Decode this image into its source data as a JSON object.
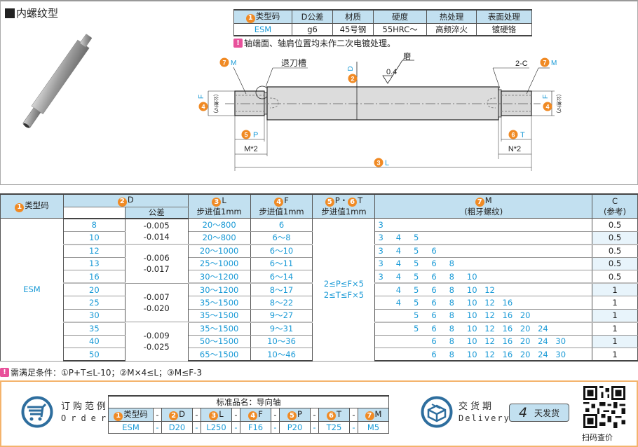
{
  "title": "内螺纹型",
  "spec_table": {
    "headers": [
      {
        "num": "1",
        "label": "类型码"
      },
      {
        "num": "",
        "label": "D公差"
      },
      {
        "num": "",
        "label": "材质"
      },
      {
        "num": "",
        "label": "硬度"
      },
      {
        "num": "",
        "label": "热处理"
      },
      {
        "num": "",
        "label": "表面处理"
      }
    ],
    "row": [
      "ESM",
      "g6",
      "45号钢",
      "55HRC～",
      "高频淬火",
      "镀硬铬"
    ]
  },
  "spec_note": "轴端面、轴肩位置均未作二次电镀处理。",
  "drawing": {
    "labels": {
      "m_left": "M",
      "m_right": "M",
      "groove": "退刀槽",
      "d": "D",
      "grind": "磨",
      "roughness": "0.4",
      "chamfer": "2-C",
      "f_left": "F",
      "f_right": "F",
      "f_tol": "(公差h7)",
      "p": "P",
      "t": "T",
      "m2": "M*2",
      "n2": "N*2",
      "l": "L"
    },
    "nums": {
      "m": "7",
      "d": "2",
      "f": "4",
      "p": "5",
      "t": "6",
      "l": "3"
    }
  },
  "main_table": {
    "headers": {
      "type_code": {
        "num": "1",
        "label": "类型码"
      },
      "d": {
        "num": "2",
        "label": "D"
      },
      "d_tol": "公差",
      "l": {
        "num": "3",
        "label": "L",
        "sub": "步进值1mm"
      },
      "f": {
        "num": "4",
        "label": "F",
        "sub": "步进值1mm"
      },
      "pt": {
        "num1": "5",
        "label1": "P",
        "sep": "・",
        "num2": "6",
        "label2": "T",
        "sub": "步进值1mm"
      },
      "m": {
        "num": "7",
        "label": "M",
        "sub": "(粗牙螺纹)"
      },
      "c": {
        "label": "C",
        "sub": "(参考)"
      }
    },
    "type_code": "ESM",
    "pt_range": [
      "2≤P≤F×5",
      "2≤T≤F×5"
    ],
    "tolerance_groups": [
      {
        "upper": "-0.005",
        "lower": "-0.014",
        "rows": 2
      },
      {
        "upper": "-0.006",
        "lower": "-0.017",
        "rows": 3
      },
      {
        "upper": "-0.007",
        "lower": "-0.020",
        "rows": 3
      },
      {
        "upper": "-0.009",
        "lower": "-0.025",
        "rows": 3
      }
    ],
    "rows": [
      {
        "d": "8",
        "l": "20～800",
        "f": "6",
        "m": [
          "3",
          "",
          "",
          "",
          "",
          "",
          "",
          "",
          "",
          ""
        ],
        "c": "0.5"
      },
      {
        "d": "10",
        "l": "20～800",
        "f": "6～8",
        "m": [
          "3",
          "4",
          "5",
          "",
          "",
          "",
          "",
          "",
          "",
          ""
        ],
        "c": "0.5"
      },
      {
        "d": "12",
        "l": "20～1000",
        "f": "6～10",
        "m": [
          "3",
          "4",
          "5",
          "6",
          "",
          "",
          "",
          "",
          "",
          ""
        ],
        "c": "0.5"
      },
      {
        "d": "13",
        "l": "25～1000",
        "f": "6～11",
        "m": [
          "3",
          "4",
          "5",
          "6",
          "8",
          "",
          "",
          "",
          "",
          ""
        ],
        "c": "0.5"
      },
      {
        "d": "16",
        "l": "30～1200",
        "f": "6～14",
        "m": [
          "3",
          "4",
          "5",
          "6",
          "8",
          "10",
          "",
          "",
          "",
          ""
        ],
        "c": "0.5"
      },
      {
        "d": "20",
        "l": "30～1200",
        "f": "8～17",
        "m": [
          "",
          "4",
          "5",
          "6",
          "8",
          "10",
          "12",
          "",
          "",
          ""
        ],
        "c": "1"
      },
      {
        "d": "25",
        "l": "35～1500",
        "f": "8～22",
        "m": [
          "",
          "4",
          "5",
          "6",
          "8",
          "10",
          "12",
          "16",
          "",
          ""
        ],
        "c": "1"
      },
      {
        "d": "30",
        "l": "35～1500",
        "f": "9～27",
        "m": [
          "",
          "",
          "5",
          "6",
          "8",
          "10",
          "12",
          "16",
          "20",
          ""
        ],
        "c": "1"
      },
      {
        "d": "35",
        "l": "35～1500",
        "f": "9～31",
        "m": [
          "",
          "",
          "5",
          "6",
          "8",
          "10",
          "12",
          "16",
          "20",
          "24"
        ],
        "c": "1"
      },
      {
        "d": "40",
        "l": "50～1500",
        "f": "10～36",
        "m": [
          "",
          "",
          "",
          "6",
          "8",
          "10",
          "12",
          "16",
          "20",
          "24",
          "30"
        ],
        "c": "1"
      },
      {
        "d": "50",
        "l": "65～1500",
        "f": "10～46",
        "m": [
          "",
          "",
          "",
          "6",
          "8",
          "10",
          "12",
          "16",
          "20",
          "24",
          "30"
        ],
        "c": "1"
      }
    ]
  },
  "condition_note": "需满足条件：①P+T≤L-10；②M×4≤L；③M≤F-3",
  "order": {
    "label_cn": "订购范例",
    "label_en": "Order",
    "table_title": "标准品名：导向轴",
    "columns": [
      {
        "num": "1",
        "label": "类型码",
        "value": "ESM"
      },
      {
        "num": "2",
        "label": "D",
        "value": "D20"
      },
      {
        "num": "3",
        "label": "L",
        "value": "L250"
      },
      {
        "num": "4",
        "label": "F",
        "value": "F16"
      },
      {
        "num": "5",
        "label": "P",
        "value": "P20"
      },
      {
        "num": "6",
        "label": "T",
        "value": "T25"
      },
      {
        "num": "7",
        "label": "M",
        "value": "M5"
      }
    ],
    "dash": "-"
  },
  "delivery": {
    "label_cn": "交货期",
    "label_en": "Delivery",
    "days": "4",
    "days_label": "天发货"
  },
  "qr": {
    "label": "扫码查价"
  },
  "colors": {
    "accent_orange": "#f08a24",
    "header_blue": "#c2e0f0",
    "value_blue": "#1a9ad6",
    "warn_pink": "#e8519b",
    "panel_border": "#f4b36c"
  }
}
